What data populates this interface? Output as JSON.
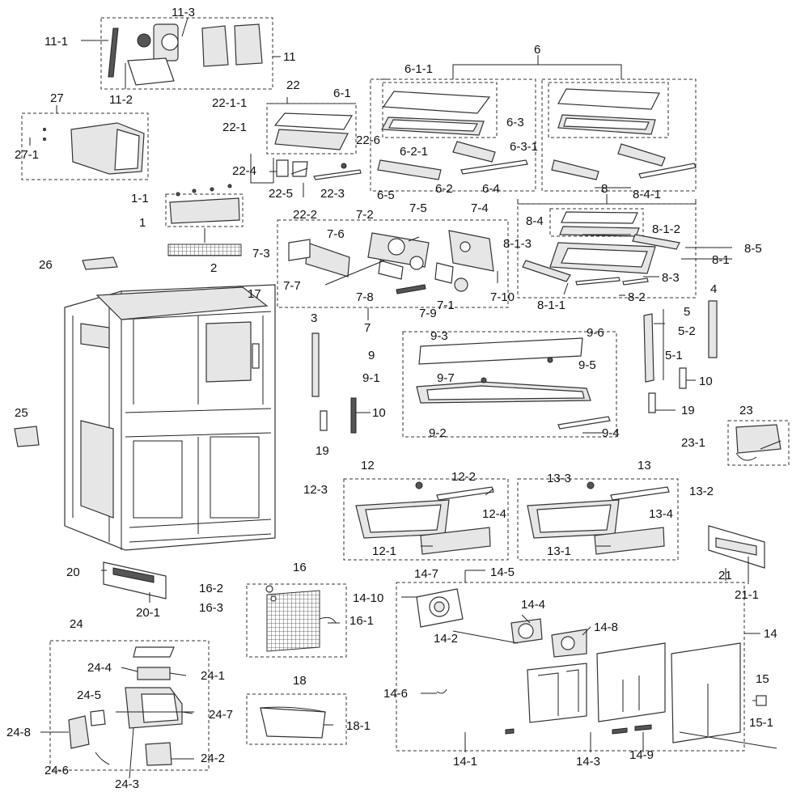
{
  "labels": {
    "l_11_1": "11-1",
    "l_11_3": "11-3",
    "l_11": "11",
    "l_11_2": "11-2",
    "l_27": "27",
    "l_27_1": "27-1",
    "l_22": "22",
    "l_22_1_1": "22-1-1",
    "l_22_1": "22-1",
    "l_22_6": "22-6",
    "l_22_4": "22-4",
    "l_22_5": "22-5",
    "l_22_3": "22-3",
    "l_22_2": "22-2",
    "l_6": "6",
    "l_6_1_1": "6-1-1",
    "l_6_1": "6-1",
    "l_6_3": "6-3",
    "l_6_3_1": "6-3-1",
    "l_6_2_1": "6-2-1",
    "l_6_5": "6-5",
    "l_6_2": "6-2",
    "l_6_4": "6-4",
    "l_8": "8",
    "l_8_4_1": "8-4-1",
    "l_8_4": "8-4",
    "l_8_1_2": "8-1-2",
    "l_8_1_3": "8-1-3",
    "l_8_5": "8-5",
    "l_8_1": "8-1",
    "l_8_3": "8-3",
    "l_8_2": "8-2",
    "l_8_1_1": "8-1-1",
    "l_1_1": "1-1",
    "l_1": "1",
    "l_26": "26",
    "l_2": "2",
    "l_17": "17",
    "l_7_2": "7-2",
    "l_7_5": "7-5",
    "l_7_4": "7-4",
    "l_7_6": "7-6",
    "l_7_3": "7-3",
    "l_7_7": "7-7",
    "l_7_8": "7-8",
    "l_7_9": "7-9",
    "l_7_1": "7-1",
    "l_7_10": "7-10",
    "l_7": "7",
    "l_4": "4",
    "l_5": "5",
    "l_5_2": "5-2",
    "l_5_1": "5-1",
    "l_10a": "10",
    "l_19a": "19",
    "l_3": "3",
    "l_10b": "10",
    "l_19b": "19",
    "l_9": "9",
    "l_9_3": "9-3",
    "l_9_6": "9-6",
    "l_9_1": "9-1",
    "l_9_7": "9-7",
    "l_9_5": "9-5",
    "l_9_2": "9-2",
    "l_9_4": "9-4",
    "l_23": "23",
    "l_23_1": "23-1",
    "l_25": "25",
    "l_12": "12",
    "l_12_2": "12-2",
    "l_12_3": "12-3",
    "l_12_4": "12-4",
    "l_12_1": "12-1",
    "l_13": "13",
    "l_13_3": "13-3",
    "l_13_2": "13-2",
    "l_13_4": "13-4",
    "l_13_1": "13-1",
    "l_21": "21",
    "l_21_1": "21-1",
    "l_20": "20",
    "l_20_1": "20-1",
    "l_16": "16",
    "l_16_2": "16-2",
    "l_16_3": "16-3",
    "l_16_1": "16-1",
    "l_14_7": "14-7",
    "l_14_5": "14-5",
    "l_14_10": "14-10",
    "l_14_4": "14-4",
    "l_14_8": "14-8",
    "l_14": "14",
    "l_14_2": "14-2",
    "l_14_6": "14-6",
    "l_15": "15",
    "l_15_1": "15-1",
    "l_14_1": "14-1",
    "l_14_3": "14-3",
    "l_14_9": "14-9",
    "l_24": "24",
    "l_24_4": "24-4",
    "l_24_1": "24-1",
    "l_24_5": "24-5",
    "l_24_7": "24-7",
    "l_24_8": "24-8",
    "l_24_6": "24-6",
    "l_24_2": "24-2",
    "l_24_3": "24-3",
    "l_18": "18",
    "l_18_1": "18-1"
  },
  "colors": {
    "line": "#222222",
    "fill_light": "#e6e6e6",
    "fill_dark": "#555555",
    "background": "#ffffff"
  }
}
